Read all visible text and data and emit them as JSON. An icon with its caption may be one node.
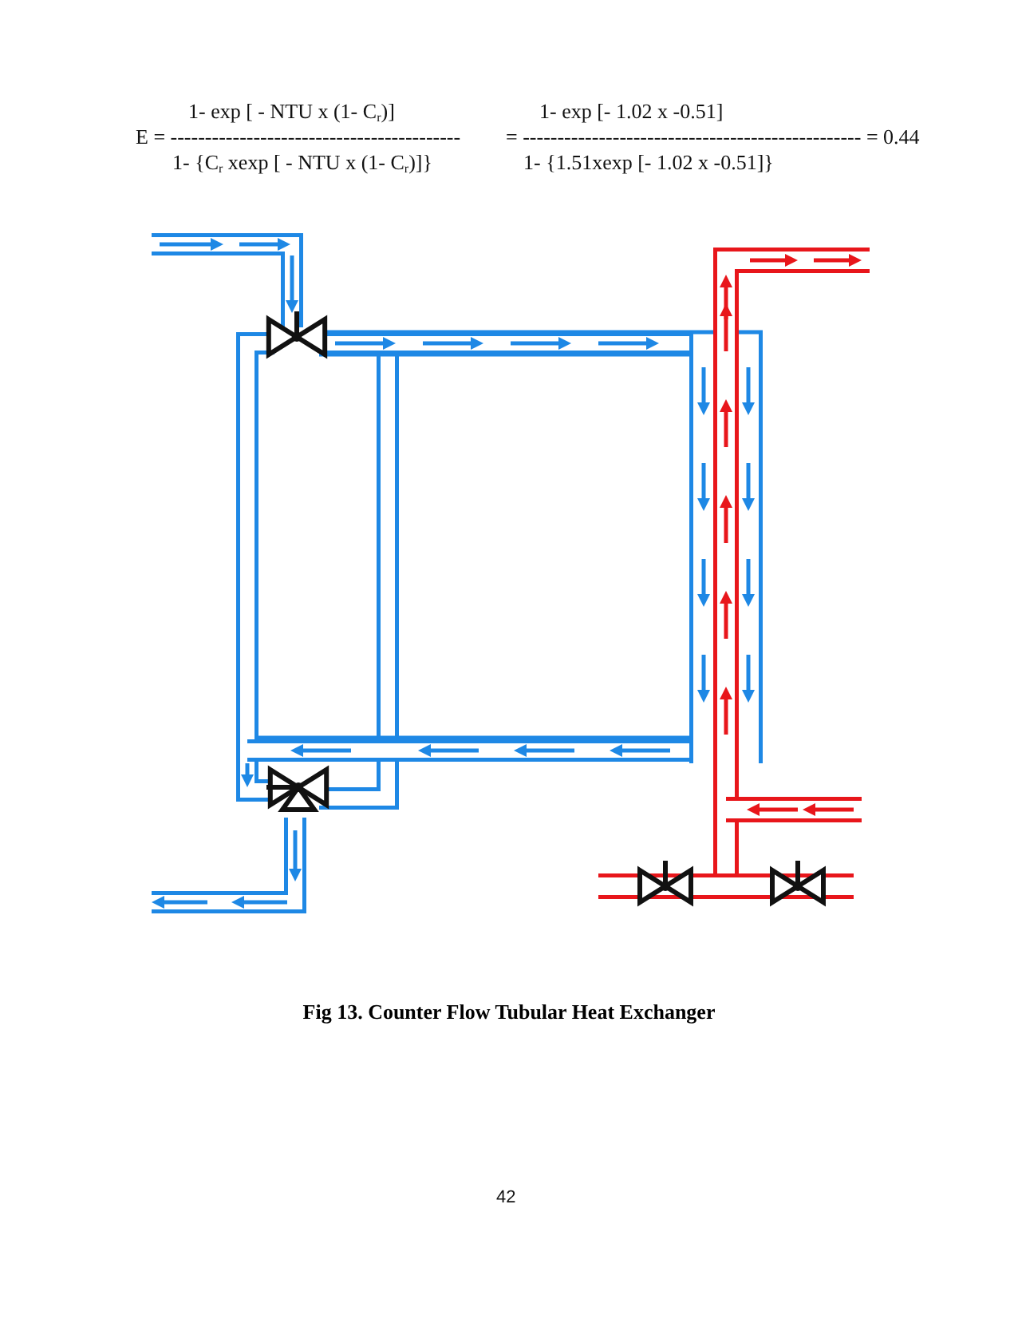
{
  "diagram": {
    "caption": "Fig 13. Counter Flow Tubular Heat Exchanger",
    "labels": [
      "1- exp [ - NTU x (1- C$_{r}$)]",
      "1- exp [- 1.02 x -0.51]",
      "E = ------------------------------------------",
      "= ------------------------------------------------- = 0.44",
      "1- {C$_{r}$ xexp [ - NTU x (1- C$_{r}$)]}",
      "1- {1.51xexp [- 1.02 x -0.51]}",
      "42"
    ]
  }
}
